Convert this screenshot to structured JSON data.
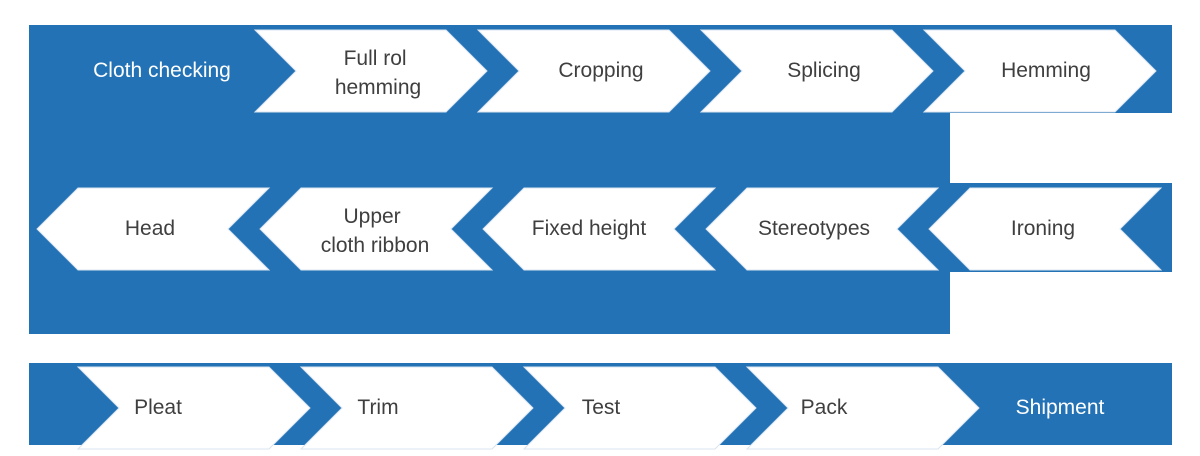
{
  "diagram": {
    "type": "process-flow-chevron-serpentine",
    "title": "",
    "colors": {
      "brand_blue": "#2272B5",
      "chevron_fill": "#FFFFFF",
      "chevron_border": "#D9E4EF",
      "text_dark": "#3F3F3F",
      "text_on_blue": "#FFFFFF",
      "page_background": "#FFFFFF"
    },
    "rows": [
      {
        "id": "row-1",
        "direction": "right",
        "steps": [
          {
            "id": "step-cloth-checking",
            "label": "Cloth checking",
            "label_lines": [
              "Cloth checking"
            ],
            "style": "filled"
          },
          {
            "id": "step-full-rol-hemming",
            "label": "Full rol hemming",
            "label_lines": [
              "Full rol",
              "hemming"
            ],
            "style": "outline"
          },
          {
            "id": "step-cropping",
            "label": "Cropping",
            "label_lines": [
              "Cropping"
            ],
            "style": "outline"
          },
          {
            "id": "step-splicing",
            "label": "Splicing",
            "label_lines": [
              "Splicing"
            ],
            "style": "outline"
          },
          {
            "id": "step-hemming",
            "label": "Hemming",
            "label_lines": [
              "Hemming"
            ],
            "style": "outline"
          }
        ]
      },
      {
        "id": "row-2",
        "direction": "left",
        "steps": [
          {
            "id": "step-head",
            "label": "Head",
            "label_lines": [
              "Head"
            ],
            "style": "outline"
          },
          {
            "id": "step-upper-cloth-ribbon",
            "label": "Upper cloth ribbon",
            "label_lines": [
              "Upper",
              "cloth ribbon"
            ],
            "style": "outline"
          },
          {
            "id": "step-fixed-height",
            "label": "Fixed height",
            "label_lines": [
              "Fixed height"
            ],
            "style": "outline"
          },
          {
            "id": "step-stereotypes",
            "label": "Stereotypes",
            "label_lines": [
              "Stereotypes"
            ],
            "style": "outline"
          },
          {
            "id": "step-ironing",
            "label": "Ironing",
            "label_lines": [
              "Ironing"
            ],
            "style": "outline"
          }
        ]
      },
      {
        "id": "row-3",
        "direction": "right",
        "steps": [
          {
            "id": "step-pleat",
            "label": "Pleat",
            "label_lines": [
              "Pleat"
            ],
            "style": "outline"
          },
          {
            "id": "step-trim",
            "label": "Trim",
            "label_lines": [
              "Trim"
            ],
            "style": "outline"
          },
          {
            "id": "step-test",
            "label": "Test",
            "label_lines": [
              "Test"
            ],
            "style": "outline"
          },
          {
            "id": "step-pack",
            "label": "Pack",
            "label_lines": [
              "Pack"
            ],
            "style": "outline"
          },
          {
            "id": "step-shipment",
            "label": "Shipment",
            "label_lines": [
              "Shipment"
            ],
            "style": "filled"
          }
        ]
      }
    ],
    "sequence": [
      "Cloth checking",
      "Full rol hemming",
      "Cropping",
      "Splicing",
      "Hemming",
      "Ironing",
      "Stereotypes",
      "Fixed height",
      "Upper cloth ribbon",
      "Head",
      "Pleat",
      "Trim",
      "Test",
      "Pack",
      "Shipment"
    ]
  }
}
